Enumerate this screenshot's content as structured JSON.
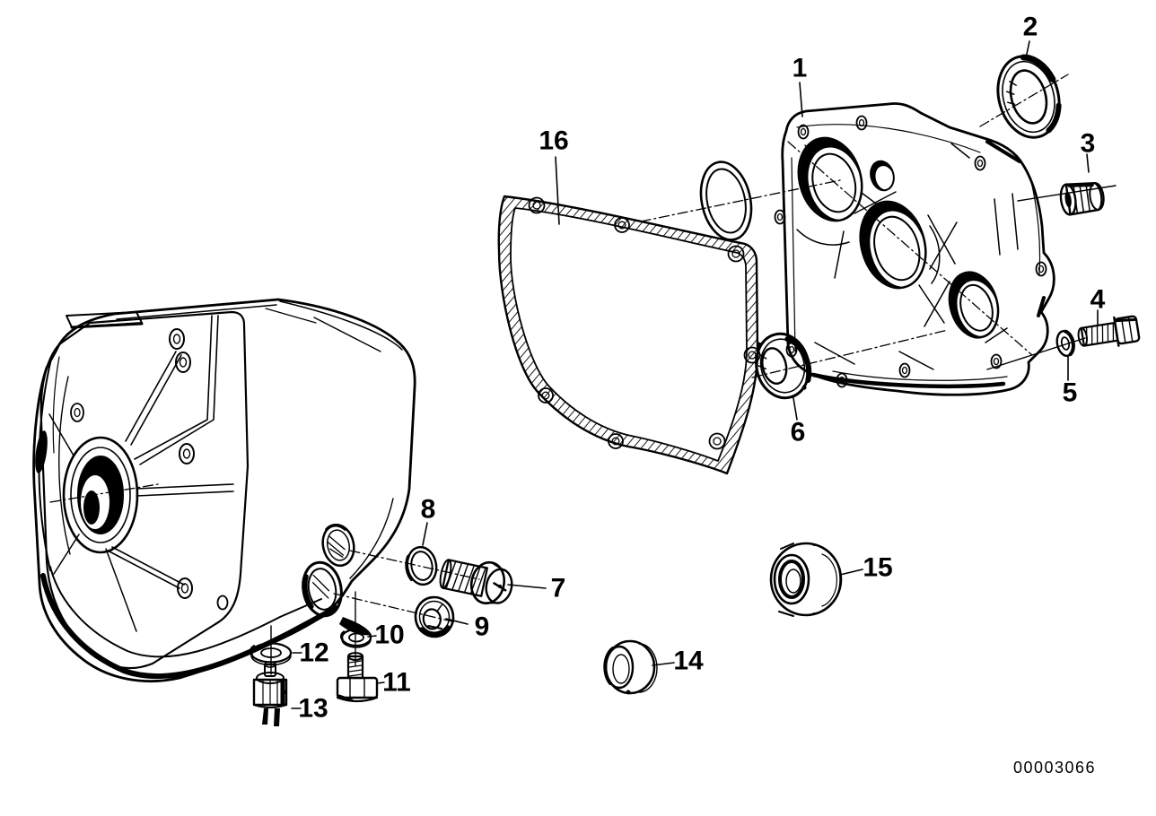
{
  "diagram": {
    "drawing_number": "00003066",
    "colors": {
      "background": "#ffffff",
      "line": "#000000"
    },
    "callouts": [
      {
        "label": "1"
      },
      {
        "label": "2"
      },
      {
        "label": "3"
      },
      {
        "label": "4"
      },
      {
        "label": "5"
      },
      {
        "label": "6"
      },
      {
        "label": "7"
      },
      {
        "label": "8"
      },
      {
        "label": "9"
      },
      {
        "label": "10"
      },
      {
        "label": "11"
      },
      {
        "label": "12"
      },
      {
        "label": "13"
      },
      {
        "label": "14"
      },
      {
        "label": "15"
      },
      {
        "label": "16"
      }
    ]
  }
}
